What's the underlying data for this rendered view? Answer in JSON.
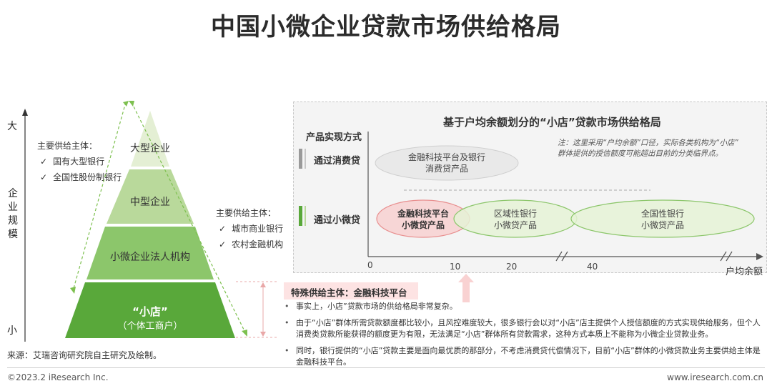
{
  "title": "中国小微企业贷款市场供给格局",
  "scale": {
    "top": "大",
    "label": "企业规模",
    "bottom": "小"
  },
  "suppliers_top": {
    "heading": "主要供给主体：",
    "items": [
      "国有大型银行",
      "全国性股份制银行"
    ]
  },
  "suppliers_mid": {
    "heading": "主要供给主体：",
    "items": [
      "城市商业银行",
      "农村金融机构"
    ]
  },
  "pyramid": {
    "tiers": [
      "大型企业",
      "中型企业",
      "小微企业法人机构"
    ],
    "bottom_title": "“小店”",
    "bottom_sub": "（个体工商户）"
  },
  "panel": {
    "title": "基于户均余额划分的“小店”贷款市场供给格局",
    "y_axis_label": "产品实现方式",
    "note_line1": "注：这里采用“户均余额”口径，实际各类机构为“小店”",
    "note_line2": "群体提供的授信额度可能超出目前的分类临界点。",
    "rows": [
      "通过消费贷",
      "通过小微贷"
    ],
    "bubbles": {
      "consumer": [
        "金融科技平台及银行",
        "消费贷产品"
      ],
      "fintech": [
        "金融科技平台",
        "小微贷产品"
      ],
      "regional": [
        "区域性银行",
        "小微贷产品"
      ],
      "national": [
        "全国性银行",
        "小微贷产品"
      ]
    },
    "x_axis_label": "户均余额",
    "ticks": [
      "0",
      "10",
      "20",
      "40"
    ]
  },
  "special": {
    "label": "特殊供给主体：金融科技平台",
    "bullets": [
      "事实上，小店”贷款市场的供给格局非常复杂。",
      "由于“小店”群体所需贷款额度都比较小，且风控难度较大，很多银行会以对“小店”店主提供个人授信额度的方式实现供给服务，但个人消费类贷款所能获得的额度更为有限，无法满足“小店”群体所有贷款需求，这种方式本质上不能称为小微企业贷款业务。",
      "同时，银行提供的“小店”贷款主要是面向最优质的那部分，不考虑消费贷代偿情况下，目前“小店”群体的小微贷款业务主要供给主体是金融科技平台。"
    ]
  },
  "source": "来源：艾瑞咨询研究院自主研究及绘制。",
  "footer": {
    "copyright": "©2023.2 iResearch Inc.",
    "website": "www.iresearch.com.cn"
  },
  "colors": {
    "tier1": "#e4efd4",
    "tier2": "#b9d99b",
    "tier3": "#8cc66b",
    "tier4": "#59a83a",
    "green_bubble": "#e5f2d6",
    "pink_bubble": "#f7d6d6",
    "gray_bubble": "#e9e9e9"
  }
}
